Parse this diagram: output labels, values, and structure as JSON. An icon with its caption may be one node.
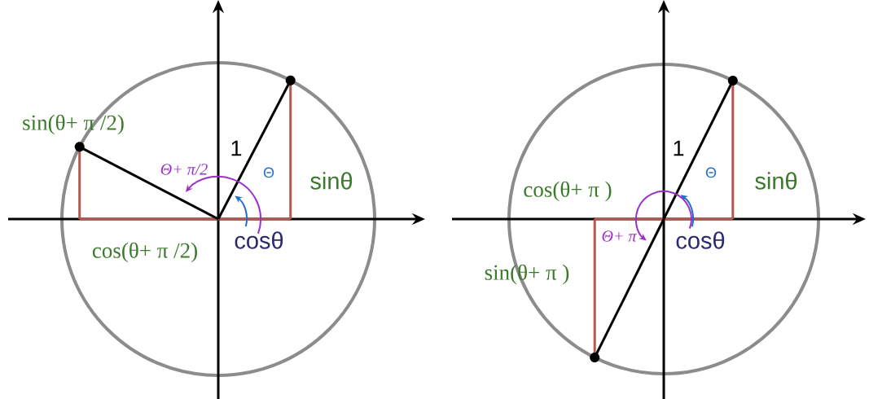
{
  "diagram": {
    "labels": [
      "sin(θ+ π /2)",
      "Θ+ π/2",
      "1",
      "Θ",
      "sinθ",
      "cosθ",
      "cos(θ+ π /2)",
      "1",
      "Θ",
      "cos(θ+ π )",
      "sinθ",
      "Θ+ π",
      "cosθ",
      "sin(θ+ π )"
    ]
  }
}
